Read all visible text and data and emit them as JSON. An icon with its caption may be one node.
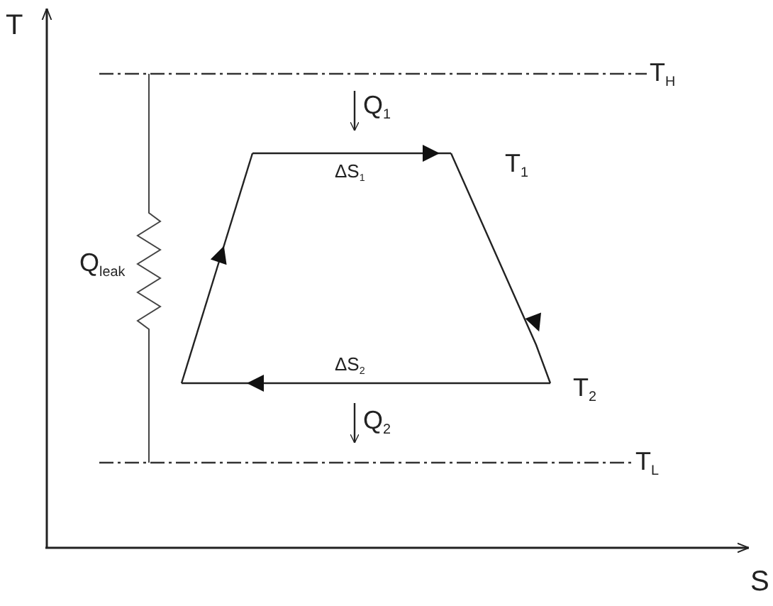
{
  "diagram": {
    "labels": [
      "T",
      "T$_{H}$",
      "Q$_{1}$",
      "T$_{1}$",
      "ΔS$_{1}$",
      "Q$_{leak}$",
      "ΔS$_{2}$",
      "T$_{2}$",
      "Q$_{2}$",
      "T$_{L}$",
      "S"
    ]
  }
}
